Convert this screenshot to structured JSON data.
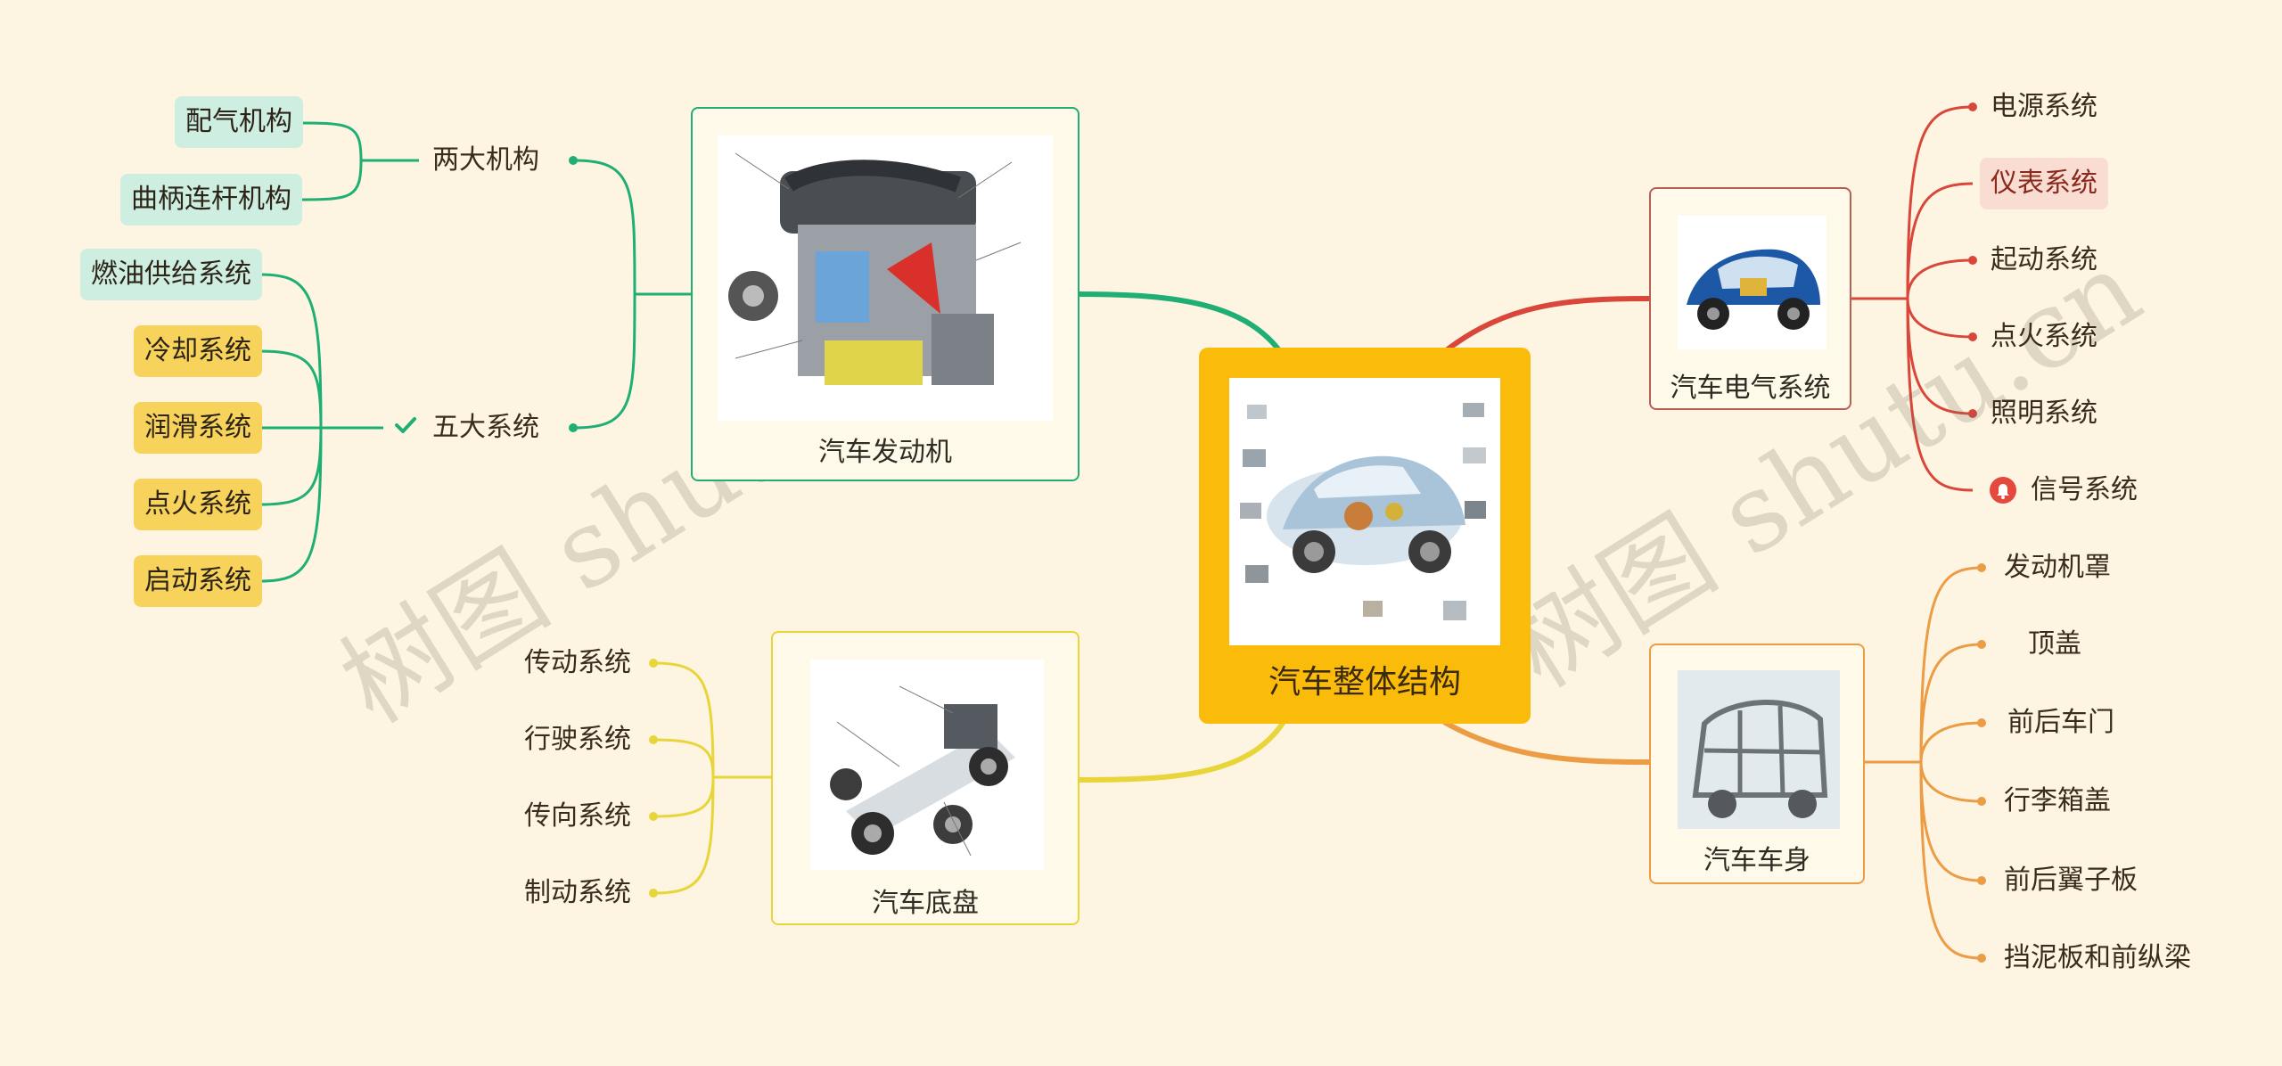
{
  "watermarks": [
    "树图 shutu.cn",
    "树图 shutu.cn"
  ],
  "root": {
    "title": "汽车整体结构"
  },
  "engine": {
    "title": "汽车发动机",
    "groups": [
      {
        "label": "两大机构",
        "children": [
          "配气机构",
          "曲柄连杆机构"
        ]
      },
      {
        "label": "五大系统",
        "children": [
          "燃油供给系统",
          "冷却系统",
          "润滑系统",
          "点火系统",
          "启动系统"
        ]
      }
    ]
  },
  "chassis": {
    "title": "汽车底盘",
    "children": [
      "传动系统",
      "行驶系统",
      "传向系统",
      "制动系统"
    ]
  },
  "electrical": {
    "title": "汽车电气系统",
    "children": [
      "电源系统",
      "仪表系统",
      "起动系统",
      "点火系统",
      "照明系统",
      "信号系统"
    ]
  },
  "body": {
    "title": "汽车车身",
    "children": [
      "发动机罩",
      "顶盖",
      "前后车门",
      "行李箱盖",
      "前后翼子板",
      "挡泥板和前纵梁"
    ]
  },
  "colors": {
    "background": "#fdf5e2",
    "root_fill": "#fbbb0a",
    "engine_branch": "#1fae74",
    "chassis_branch": "#e8d53a",
    "electrical_branch": "#d9463a",
    "body_branch": "#eb9c44"
  },
  "icons": {
    "checked_group": "check-icon",
    "flagged_item": "bell-icon"
  }
}
